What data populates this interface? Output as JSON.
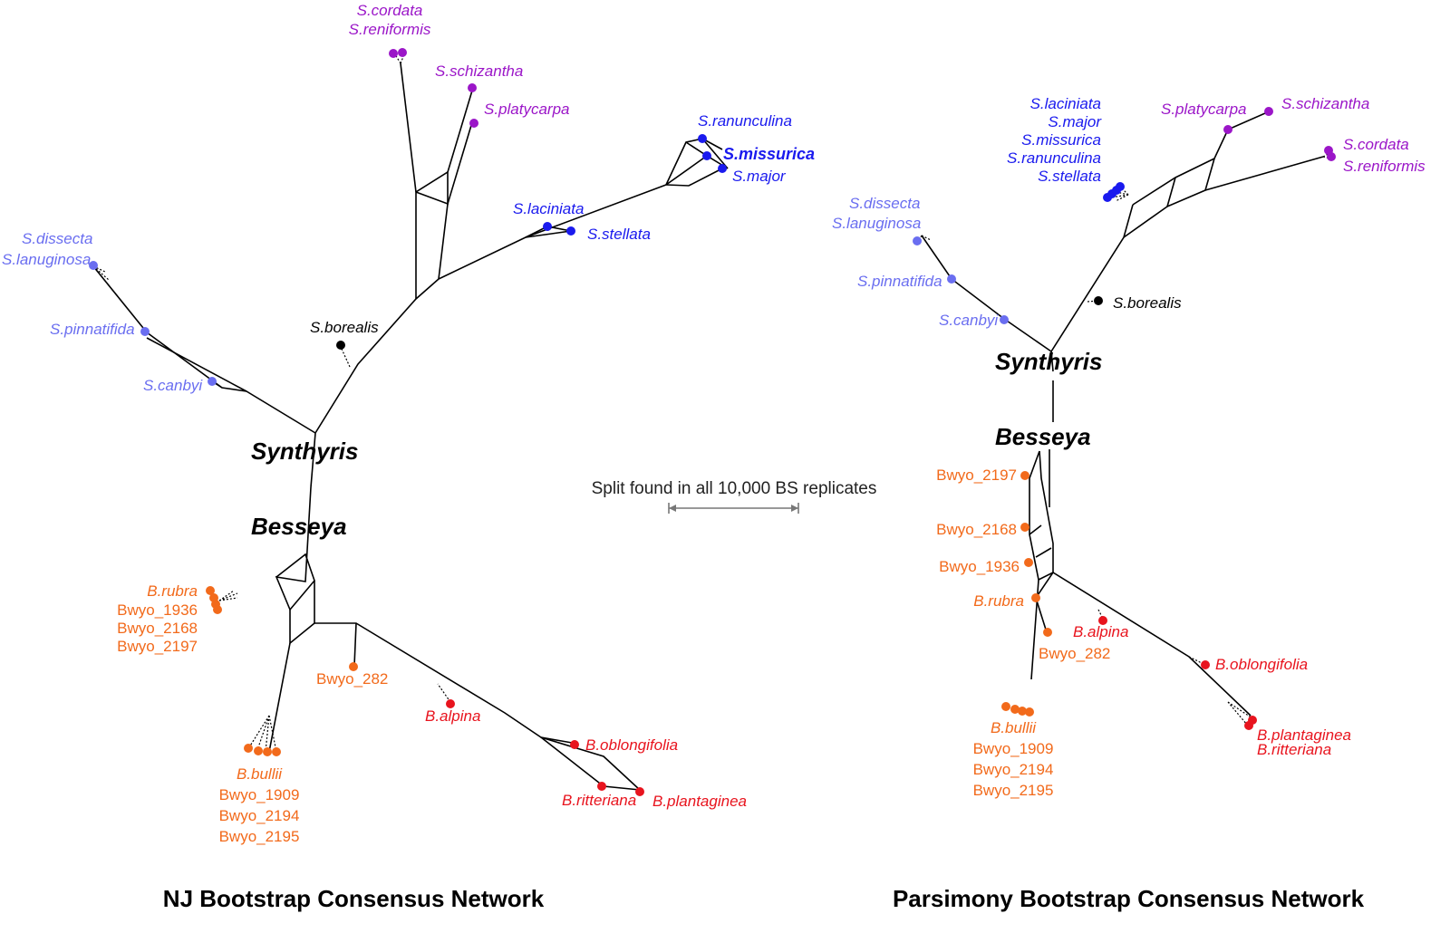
{
  "colors": {
    "purple": "#9b16c8",
    "blue": "#1a1aee",
    "lightblue": "#6a6ef0",
    "orange": "#f26a1b",
    "red": "#e8141e",
    "black": "#000000",
    "scale": "#777777"
  },
  "scale_bar": {
    "label": "Split found in all 10,000 BS replicates"
  },
  "nj": {
    "title": "NJ Bootstrap Consensus Network",
    "genus_synthyris": "Synthyris",
    "genus_besseya": "Besseya",
    "labels": {
      "cordata": "S.cordata",
      "reniformis": "S.reniformis",
      "schizantha": "S.schizantha",
      "platycarpa": "S.platycarpa",
      "ranunculina": "S.ranunculina",
      "missurica": "S.missurica",
      "major": "S.major",
      "laciniata": "S.laciniata",
      "stellata": "S.stellata",
      "dissecta": "S.dissecta",
      "lanuginosa": "S.lanuginosa",
      "pinnatifida": "S.pinnatifida",
      "canbyi": "S.canbyi",
      "borealis": "S.borealis",
      "rubra": "B.rubra",
      "bwyo1936": "Bwyo_1936",
      "bwyo2168": "Bwyo_2168",
      "bwyo2197": "Bwyo_2197",
      "bwyo282": "Bwyo_282",
      "alpina": "B.alpina",
      "oblongifolia": "B.oblongifolia",
      "ritteriana": "B.ritteriana",
      "plantaginea": "B.plantaginea",
      "bullii": "B.bullii",
      "bwyo1909": "Bwyo_1909",
      "bwyo2194": "Bwyo_2194",
      "bwyo2195": "Bwyo_2195"
    }
  },
  "parsimony": {
    "title": "Parsimony Bootstrap Consensus Network",
    "genus_synthyris": "Synthyris",
    "genus_besseya": "Besseya",
    "labels": {
      "laciniata": "S.laciniata",
      "major": "S.major",
      "missurica": "S.missurica",
      "ranunculina": "S.ranunculina",
      "stellata": "S.stellata",
      "platycarpa": "S.platycarpa",
      "schizantha": "S.schizantha",
      "cordata": "S.cordata",
      "reniformis": "S.reniformis",
      "dissecta": "S.dissecta",
      "lanuginosa": "S.lanuginosa",
      "pinnatifida": "S.pinnatifida",
      "canbyi": "S.canbyi",
      "borealis": "S.borealis",
      "bwyo2197": "Bwyo_2197",
      "bwyo2168": "Bwyo_2168",
      "bwyo1936": "Bwyo_1936",
      "rubra": "B.rubra",
      "alpina": "B.alpina",
      "bwyo282": "Bwyo_282",
      "oblongifolia": "B.oblongifolia",
      "plantaginea": "B.plantaginea",
      "ritteriana": "B.ritteriana",
      "bullii": "B.bullii",
      "bwyo1909": "Bwyo_1909",
      "bwyo2194": "Bwyo_2194",
      "bwyo2195": "Bwyo_2195"
    }
  }
}
